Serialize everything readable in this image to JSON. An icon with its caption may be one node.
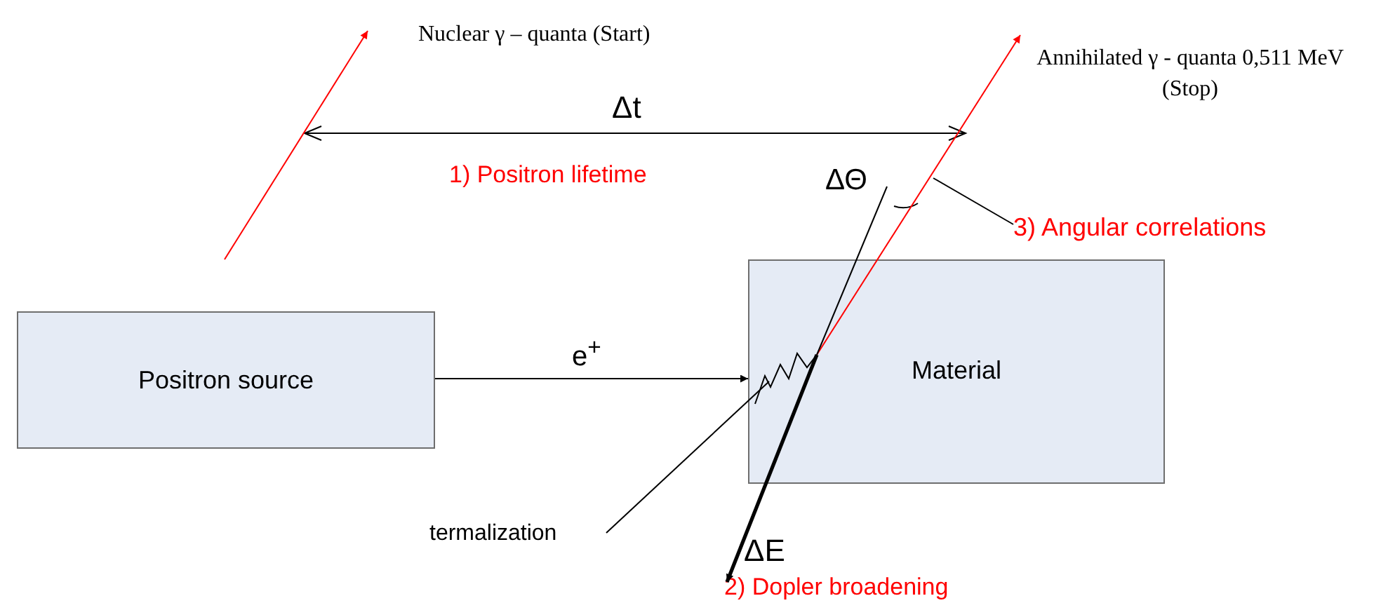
{
  "diagram": {
    "nodes": [
      {
        "text": [
          "Positron source"
        ]
      },
      {
        "text": [
          "Material"
        ]
      },
      {
        "text": [
          "Nuclear γ – quanta (Start)"
        ]
      },
      {
        "text": [
          "Annihilated γ - quanta 0,511 MeV (Stop)"
        ]
      },
      {
        "text": [
          "ΔE"
        ]
      },
      {
        "text": [
          "3) Angular correlations"
        ]
      },
      {
        "text": [
          "termalization"
        ]
      }
    ],
    "edges": [
      {
        "from": 0,
        "to": 1,
        "arrow": "to",
        "label": "e$^{+}$"
      },
      {
        "from": null,
        "to": 2,
        "arrow": "to",
        "color": "#ff0000"
      },
      {
        "from": 1,
        "to": 3,
        "arrow": "to",
        "color": "#ff0000"
      },
      {
        "from": 1,
        "to": 4,
        "arrow": "to",
        "style": "thick"
      },
      {
        "from": 5,
        "to": null,
        "arrow": "none"
      },
      {
        "from": 6,
        "to": 1,
        "arrow": "none"
      },
      {
        "from": 1,
        "to": null,
        "arrow": "none"
      }
    ],
    "labels": [
      "Δt",
      "1) Positron lifetime",
      "ΔΘ",
      "2) Dopler broadening"
    ]
  }
}
